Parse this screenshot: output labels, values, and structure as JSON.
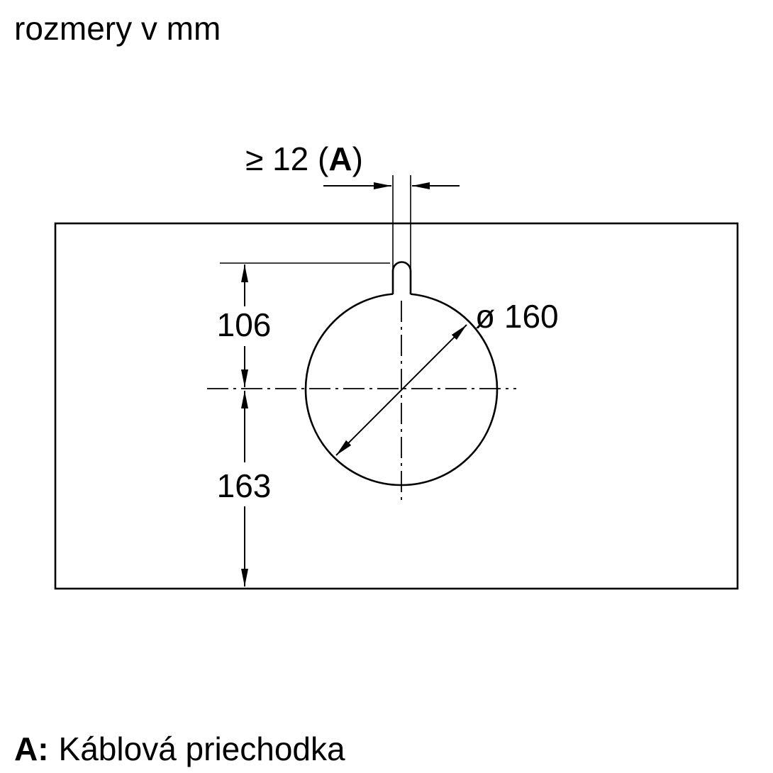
{
  "title": "rozmery v mm",
  "dimensions": {
    "slot_width_prefix": "≥ 12 (",
    "slot_width_ref": "A",
    "slot_width_suffix": ")",
    "hole_top_offset": "106",
    "hole_bottom_offset": "163",
    "hole_diameter": "ø 160"
  },
  "legend": {
    "ref_label": "A:",
    "ref_text": "Káblová priechodka"
  },
  "colors": {
    "line": "#000000",
    "background": "#ffffff"
  }
}
